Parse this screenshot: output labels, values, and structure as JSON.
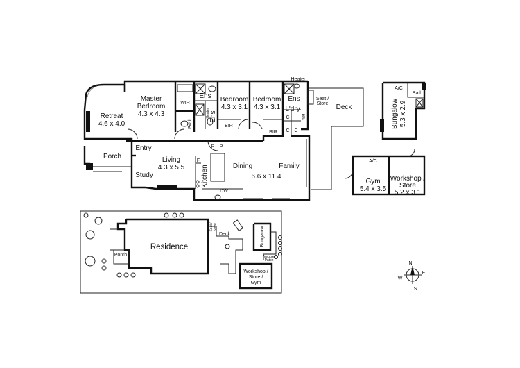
{
  "rooms": {
    "master_bedroom": {
      "name_1": "Master",
      "name_2": "Bedroom",
      "size": "4.3 x 4.3"
    },
    "retreat": {
      "name": "Retreat",
      "size": "4.6 x 4.0"
    },
    "wir": "WIR",
    "ens_1": "Ens",
    "ens_2": "Ens",
    "ens_3": "Ens",
    "bedroom_2": {
      "name": "Bedroom",
      "size": "4.3 x 3.1"
    },
    "bedroom_3": {
      "name": "Bedroom",
      "size": "4.3 x 3.1"
    },
    "heater": "Heater",
    "seat_store": {
      "line1": "Seat /",
      "line2": "Store"
    },
    "laundry": "L'dry",
    "linen": "C",
    "cupboard_2": "C",
    "cupboard_3": "C",
    "deck": "Deck",
    "pwdr": "Pwdr",
    "heater_small": "Heater",
    "bir_1": "BIR",
    "bir_2": "BIR",
    "wm": "WM",
    "porch": "Porch",
    "entry": "Entry",
    "living": {
      "name": "Living",
      "size": "4.3 x 5.5"
    },
    "study": "Study",
    "kitchen": "Kitchen",
    "fridge": "F",
    "dishwasher": "DW",
    "pantry_p1": "P",
    "pantry_p2": "P",
    "dining": "Dining",
    "family": "Family",
    "family_size": "6.6 x 11.4",
    "bungalow": {
      "name": "Bungalow",
      "size": "5.3 x 2.9",
      "ac": "A/C",
      "bath": "Bath"
    },
    "gym": {
      "name": "Gym",
      "size": "5.4 x 3.5",
      "ac": "A/C"
    },
    "workshop": {
      "name_1": "Workshop /",
      "name_2": "Store",
      "size": "5.2 x 3.1"
    }
  },
  "site": {
    "residence": "Residence",
    "porch": "Porch",
    "deck": "Deck",
    "seat_store_1": "Seat /",
    "seat_store_2": "Store",
    "bungalow": "Bungalow",
    "veggie_1": "Veggie",
    "veggie_2": "Patch",
    "workshop_1": "Workshop /",
    "workshop_2": "Store /",
    "workshop_3": "Gym"
  },
  "compass": {
    "n": "N",
    "s": "S",
    "e": "E",
    "w": "W"
  }
}
